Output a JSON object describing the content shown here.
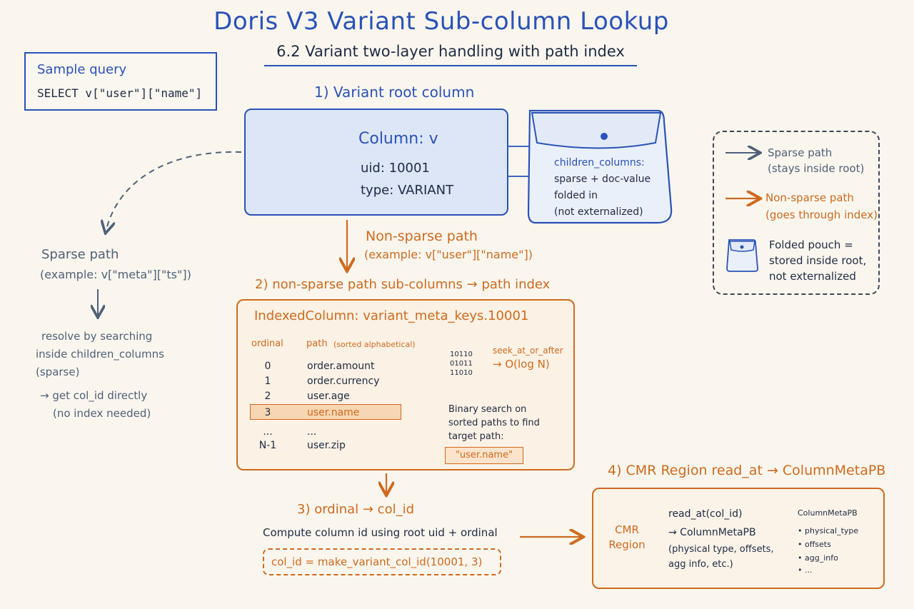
{
  "title": "Doris V3 Variant Sub-column Lookup",
  "subtitle": "6.2 Variant two-layer handling with path index",
  "sample_query": {
    "title": "Sample query",
    "query": "SELECT v[\"user\"][\"name\"]"
  },
  "section1": {
    "label": "1) Variant root column",
    "column_title": "Column: v",
    "uid": "uid: 10001",
    "type": "type: VARIANT"
  },
  "pouch": {
    "title": "children_columns:",
    "lines": [
      "sparse + doc-value",
      "folded in",
      "(not externalized)"
    ]
  },
  "legend": {
    "sparse": [
      "Sparse path",
      "(stays inside root)"
    ],
    "non_sparse": [
      "Non-sparse path",
      "(goes through index)"
    ],
    "pouch": [
      "Folded pouch =",
      "stored inside root,",
      "not externalized"
    ],
    "colors": {
      "sparse": "#4f6079",
      "non_sparse": "#cf6a1e",
      "pouch": "#2a52b8"
    }
  },
  "sparse": {
    "title": "Sparse path",
    "example": "(example: v[\"meta\"][\"ts\"])",
    "resolve_lines": [
      "resolve by searching",
      "inside children_columns",
      "(sparse)"
    ],
    "result_lines": [
      "→ get col_id directly",
      "(no index needed)"
    ]
  },
  "non_sparse": {
    "label": "Non-sparse path",
    "example": "(example: v[\"user\"][\"name\"])"
  },
  "section2": {
    "label": "2) non-sparse path sub-columns → path index",
    "indexed_column": "IndexedColumn: variant_meta_keys.10001",
    "col_ordinal": "ordinal",
    "col_path": "path",
    "col_path_note": "(sorted alphabetical)",
    "rows": [
      {
        "ordinal": "0",
        "path": "order.amount"
      },
      {
        "ordinal": "1",
        "path": "order.currency"
      },
      {
        "ordinal": "2",
        "path": "user.age"
      },
      {
        "ordinal": "3",
        "path": "user.name"
      },
      {
        "ordinal": "...",
        "path": "..."
      },
      {
        "ordinal": "N-1",
        "path": "user.zip"
      }
    ],
    "highlight_row": 3,
    "bits": [
      "10110",
      "01011",
      "11010"
    ],
    "seek_label": "seek_at_or_after",
    "complexity": "→ O(log N)",
    "binary_search_lines": [
      "Binary search on",
      "sorted paths to find",
      "target path:"
    ],
    "target": "\"user.name\""
  },
  "section3": {
    "label": "3) ordinal → col_id",
    "description": "Compute column id using root uid + ordinal",
    "formula": "col_id = make_variant_col_id(10001, 3)"
  },
  "section4": {
    "label": "4) CMR Region read_at → ColumnMetaPB",
    "cmr_lines": [
      "CMR",
      "Region"
    ],
    "read_lines": [
      "read_at(col_id)",
      "→ ColumnMetaPB",
      "(physical type, offsets,",
      "agg info, etc.)"
    ],
    "meta_title": "ColumnMetaPB",
    "meta_items": [
      "• physical_type",
      "• offsets",
      "• agg_info",
      "• ..."
    ]
  }
}
